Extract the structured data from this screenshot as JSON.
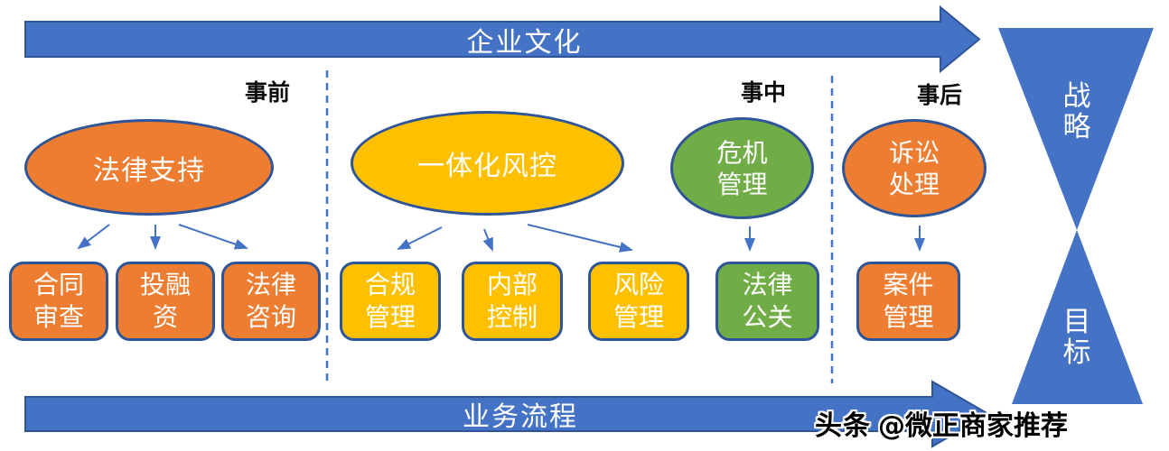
{
  "title_banners": {
    "top": "企业文化",
    "bottom": "业务流程"
  },
  "phases": [
    {
      "label": "事前"
    },
    {
      "label": "事中"
    },
    {
      "label": "事后"
    }
  ],
  "groups": [
    {
      "name": "法律支持",
      "color": "orange",
      "children": [
        {
          "label": "合同审查"
        },
        {
          "label": "投融资"
        },
        {
          "label": "法律咨询"
        }
      ]
    },
    {
      "name": "一体化风控",
      "color": "yellow",
      "children": [
        {
          "label": "合规管理"
        },
        {
          "label": "内部控制"
        },
        {
          "label": "风险管理"
        }
      ]
    },
    {
      "name": "危机管理",
      "color": "green",
      "children": [
        {
          "label": "法律公关"
        }
      ]
    },
    {
      "name": "诉讼处理",
      "color": "orange",
      "children": [
        {
          "label": "案件管理"
        }
      ]
    }
  ],
  "funnel": {
    "top": "战略",
    "bottom": "目标"
  },
  "watermark": {
    "source": "头条",
    "handle": "@微正商家推荐"
  },
  "colors": {
    "blue": "#4472C4",
    "blue_border": "#2F5597",
    "orange": "#ED7D31",
    "yellow": "#FFC000",
    "green": "#70AD47",
    "shape_border": "#2E5597"
  }
}
